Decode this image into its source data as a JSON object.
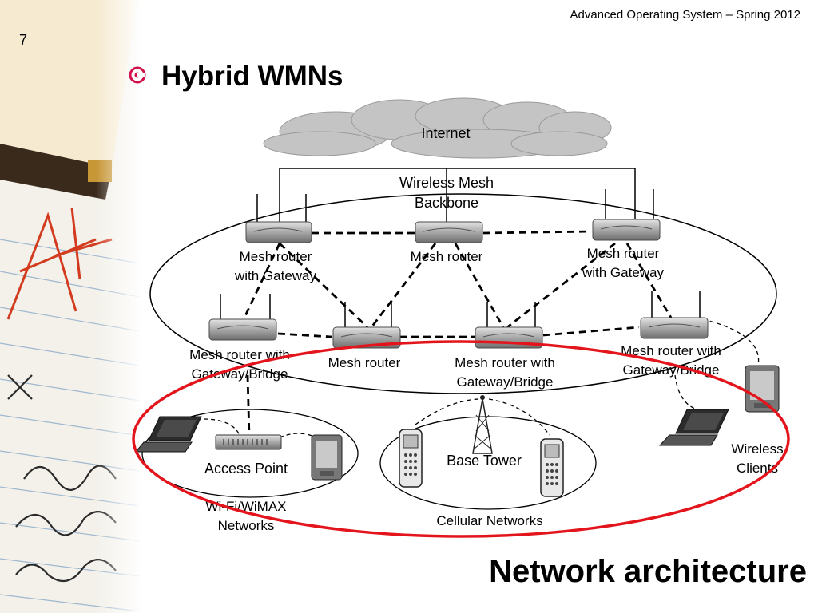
{
  "header": {
    "course": "Advanced Operating System – Spring 2012",
    "page_number": "7"
  },
  "slide": {
    "title": "Hybrid WMNs",
    "footer_title": "Network architecture"
  },
  "diagram": {
    "internet": "Internet",
    "backbone": [
      "Wireless Mesh",
      "Backbone"
    ],
    "routers": {
      "top_left": [
        "Mesh router",
        "with Gateway"
      ],
      "top_center": [
        "Mesh router"
      ],
      "top_right": [
        "Mesh router",
        "with Gateway"
      ],
      "mid_left": [
        "Mesh router with",
        "Gateway/Bridge"
      ],
      "mid_center": [
        "Mesh  router"
      ],
      "mid_center_right": [
        "Mesh router with",
        "Gateway/Bridge"
      ],
      "mid_right": [
        "Mesh router with",
        "Gateway/Bridge"
      ]
    },
    "access_point": "Access Point",
    "wifi_networks": [
      "Wi-Fi/WiMAX",
      "Networks"
    ],
    "base_tower": "Base Tower",
    "cellular_networks": "Cellular Networks",
    "wireless_clients": [
      "Wireless",
      "Clients"
    ]
  },
  "colors": {
    "highlight_ellipse": "#e3141b",
    "bullet": "#d1124a",
    "router_body": "#a8a8a8",
    "cloud": "#c4c4c4"
  }
}
